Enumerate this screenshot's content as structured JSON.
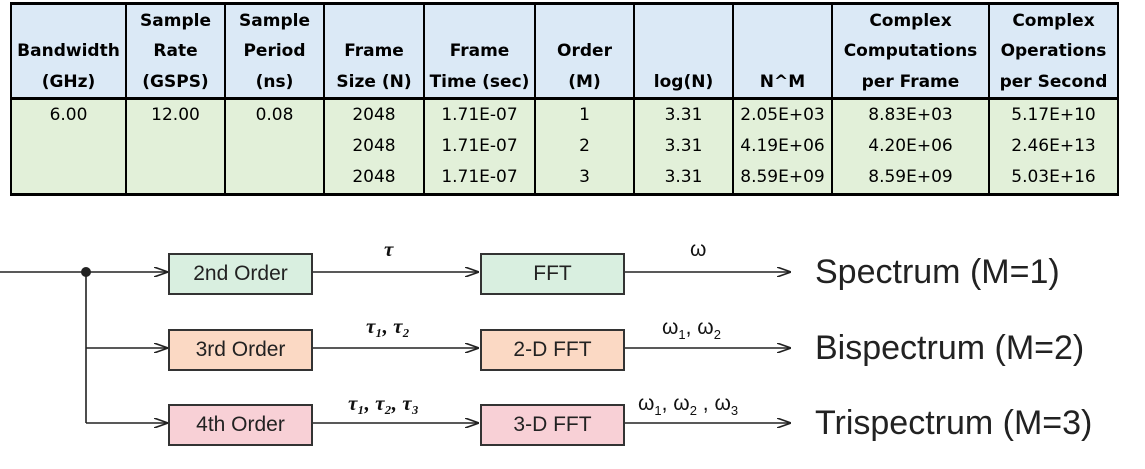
{
  "table": {
    "headers": [
      [
        "",
        "Bandwidth",
        "(GHz)"
      ],
      [
        "Sample",
        "Rate",
        "(GSPS)"
      ],
      [
        "Sample",
        "Period",
        "(ns)"
      ],
      [
        "",
        "Frame",
        "Size (N)"
      ],
      [
        "",
        "Frame",
        "Time (sec)"
      ],
      [
        "",
        "Order",
        "(M)"
      ],
      [
        "",
        "",
        "log(N)"
      ],
      [
        "",
        "",
        "N^M"
      ],
      [
        "Complex",
        "Computations",
        "per Frame"
      ],
      [
        "Complex",
        "Operations",
        "per Second"
      ]
    ],
    "rows": [
      [
        "6.00",
        "12.00",
        "0.08",
        "2048",
        "1.71E-07",
        "1",
        "3.31",
        "2.05E+03",
        "8.83E+03",
        "5.17E+10"
      ],
      [
        "",
        "",
        "",
        "2048",
        "1.71E-07",
        "2",
        "3.31",
        "4.19E+06",
        "4.20E+06",
        "2.46E+13"
      ],
      [
        "",
        "",
        "",
        "2048",
        "1.71E-07",
        "3",
        "3.31",
        "8.59E+09",
        "8.59E+09",
        "5.03E+16"
      ]
    ]
  },
  "diagram": {
    "colors": {
      "green": "#d9efe0",
      "orange": "#fbd9c4",
      "pink": "#f8d0d6",
      "line": "#222222"
    },
    "rows": [
      {
        "order": "2nd Order",
        "lag": "τ",
        "fft": "FFT",
        "freq": "ω",
        "freq_sub": "",
        "output": "Spectrum (M=1)",
        "color": "green"
      },
      {
        "order": "3rd Order",
        "lag": "τ₁, τ₂",
        "fft": "2-D FFT",
        "freq": "ω1, ω2",
        "output": "Bispectrum (M=2)",
        "color": "orange"
      },
      {
        "order": "4th Order",
        "lag": "τ₁, τ₂, τ₃",
        "fft": "3-D FFT",
        "freq": "ω1, ω2 , ω3",
        "output": "Trispectrum (M=3)",
        "color": "pink"
      }
    ]
  }
}
